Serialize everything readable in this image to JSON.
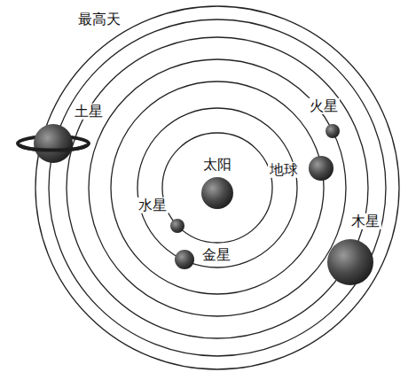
{
  "diagram": {
    "labels": [
      "最高天",
      "土星",
      "火星",
      "太阳",
      "地球",
      "水星",
      "金星",
      "木星"
    ]
  }
}
